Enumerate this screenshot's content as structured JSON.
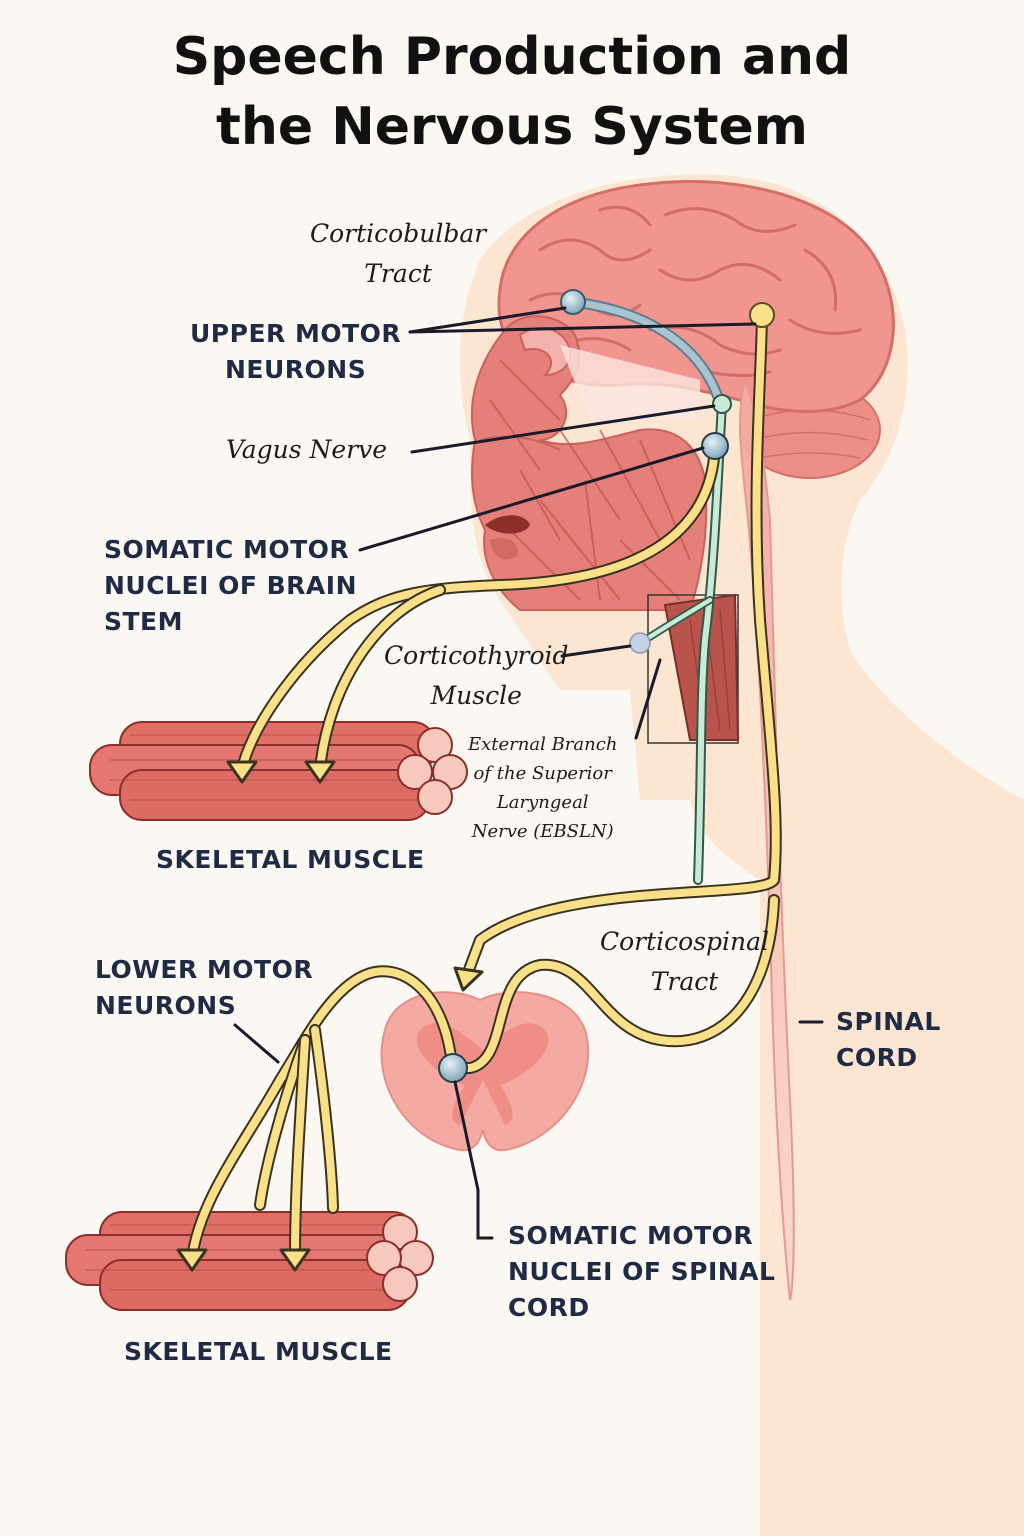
{
  "title": {
    "line1": "Speech Production and",
    "line2": "the Nervous System"
  },
  "labels": {
    "corticobulbar": {
      "line1": "Corticobulbar",
      "line2": "Tract"
    },
    "upper_motor": {
      "line1": "UPPER MOTOR",
      "line2": "NEURONS"
    },
    "vagus": "Vagus Nerve",
    "somatic_brainstem": {
      "line1": "SOMATIC MOTOR",
      "line2": "NUCLEI OF BRAIN",
      "line3": "STEM"
    },
    "corticothyroid": {
      "line1": "Corticothyroid",
      "line2": "Muscle"
    },
    "ebsln": {
      "line1": "External Branch",
      "line2": "of the Superior",
      "line3": "Laryngeal",
      "line4": "Nerve (EBSLN)"
    },
    "skeletal_muscle_upper": "SKELETAL MUSCLE",
    "corticospinal": {
      "line1": "Corticospinal",
      "line2": "Tract"
    },
    "lower_motor": {
      "line1": "LOWER MOTOR",
      "line2": "NEURONS"
    },
    "spinal_cord": {
      "line1": "SPINAL",
      "line2": "CORD"
    },
    "somatic_spinal": {
      "line1": "SOMATIC MOTOR",
      "line2": "NUCLEI OF SPINAL",
      "line3": "CORD"
    },
    "skeletal_muscle_lower": "SKELETAL MUSCLE"
  },
  "colors": {
    "background": "#fbf7f2",
    "skin": "#fbe3cc",
    "brain": "#f0958f",
    "muscle": "#e07a74",
    "nerve_yellow": "#fbe08a",
    "nerve_green": "#c9ead8",
    "corticobulbar_blue": "#a9c4d0",
    "leader_line": "#1a1a2a"
  }
}
